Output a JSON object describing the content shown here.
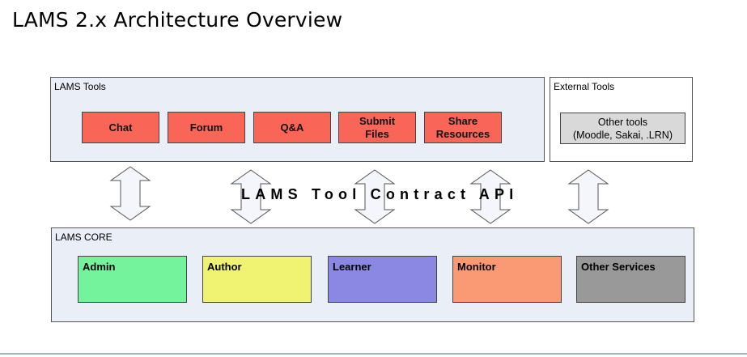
{
  "title": "LAMS 2.x Architecture Overview",
  "lams_tools": {
    "label": "LAMS Tools",
    "tools": [
      {
        "id": "chat",
        "text": "Chat"
      },
      {
        "id": "forum",
        "text": "Forum"
      },
      {
        "id": "qa",
        "text": "Q&A"
      },
      {
        "id": "submit-files",
        "text": "Submit\nFiles"
      },
      {
        "id": "share-resources",
        "text": "Share\nResources"
      }
    ],
    "tool_color": "#f96657"
  },
  "external_tools": {
    "label": "External Tools",
    "box_text": "Other tools\n(Moodle, Sakai, .LRN)",
    "box_color": "#d9d9d9"
  },
  "api_label": "LAMS Tool Contract API",
  "lams_core": {
    "label": "LAMS CORE",
    "modules": [
      {
        "id": "admin",
        "text": "Admin",
        "color": "#74f29c"
      },
      {
        "id": "author",
        "text": "Author",
        "color": "#f0f272"
      },
      {
        "id": "learner",
        "text": "Learner",
        "color": "#8a88e3"
      },
      {
        "id": "monitor",
        "text": "Monitor",
        "color": "#f99a74"
      },
      {
        "id": "other-services",
        "text": "Other Services",
        "color": "#999999"
      }
    ]
  },
  "connector": {
    "type": "double-headed-arrow",
    "icon": "double-arrow-icon",
    "count": 5
  }
}
